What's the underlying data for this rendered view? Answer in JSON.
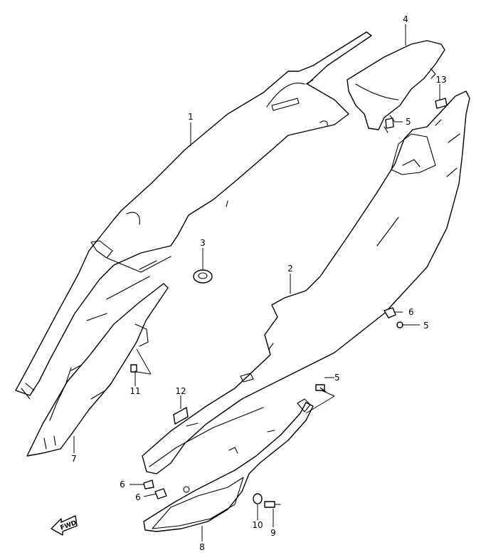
{
  "callouts": {
    "c1": "1",
    "c2": "2",
    "c3": "3",
    "c4": "4",
    "c5a": "5",
    "c5b": "5",
    "c5c": "5",
    "c6a": "6",
    "c6b": "6",
    "c6c": "6",
    "c7": "7",
    "c8": "8",
    "c9": "9",
    "c10": "10",
    "c11": "11",
    "c12": "12",
    "c13": "13"
  },
  "direction_marker": {
    "label": "FWD",
    "icon": "arrow-left-icon"
  },
  "colors": {
    "line": "#000000",
    "background": "#ffffff"
  }
}
